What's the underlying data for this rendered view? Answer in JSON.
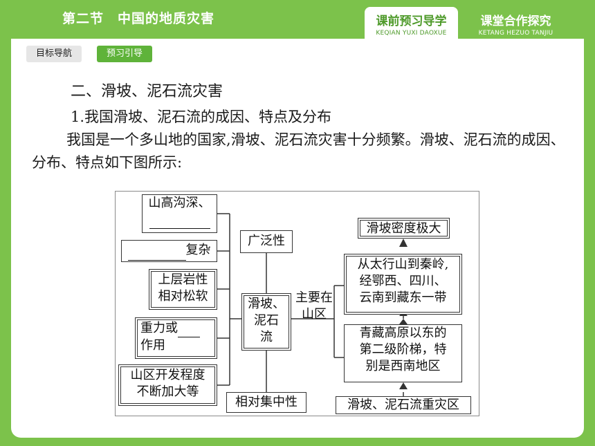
{
  "header": {
    "section": "第二节　中国的地质灾害",
    "tabs": [
      {
        "label": "课前预习导学",
        "pinyin": "KEQIAN YUXI DAOXUE",
        "active": true
      },
      {
        "label": "课堂合作探究",
        "pinyin": "KETANG HEZUO TANJIU",
        "active": false
      }
    ]
  },
  "subnav": {
    "items": [
      {
        "label": "目标导航",
        "active": false
      },
      {
        "label": "预习引导",
        "active": true
      }
    ]
  },
  "content": {
    "heading": "二、滑坡、泥石流灾害",
    "subheading": "1.我国滑坡、泥石流的成因、特点及分布",
    "paragraph": "我国是一个多山地的国家,滑坡、泥石流灾害十分频繁。滑坡、泥石流的成因、分布、特点如下图所示:"
  },
  "diagram": {
    "causes": [
      {
        "line1": "山高沟深、",
        "blank": true
      },
      {
        "prefix_blank": true,
        "suffix": "复杂"
      },
      {
        "line1": "上层岩性",
        "line2": "相对松软"
      },
      {
        "line1": "重力或",
        "line2": "作用",
        "inline_blank": true
      },
      {
        "line1": "山区开发程度",
        "line2": "不断加大等"
      }
    ],
    "center": [
      "滑坡、",
      "泥石",
      "流"
    ],
    "feature_top": "广泛性",
    "feature_bottom": "相对集中性",
    "main_in": [
      "主要在",
      "山区"
    ],
    "regions": {
      "top": "滑坡密度极大",
      "mid": [
        "从太行山到秦岭,",
        "经鄂西、四川、",
        "云南到藏东一带"
      ],
      "low": [
        "青藏高原以东的",
        "第二级阶梯，特",
        "别是西南地区"
      ],
      "bottom": "滑坡、泥石流重灾区"
    }
  },
  "colors": {
    "brand_green": "#7cc24b",
    "active_pill": "#5fb33a",
    "tab_text": "#4e9a2a"
  }
}
